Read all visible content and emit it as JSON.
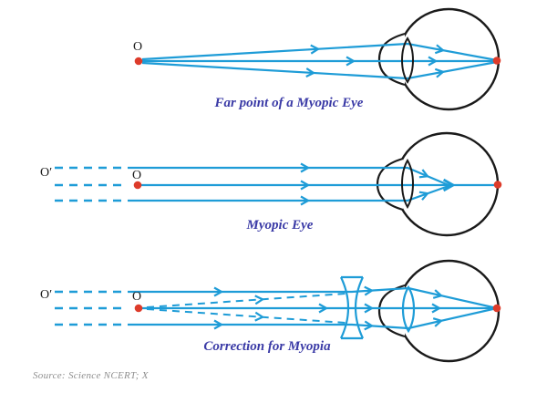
{
  "colors": {
    "ray": "#1e9cd7",
    "outline": "#1a1a1a",
    "dot": "#dd3b2a",
    "caption": "#3a3aa6",
    "source": "#8f8f8f"
  },
  "figure": {
    "diagrams": [
      {
        "caption": "Far point of a Myopic Eye",
        "object_label": "O"
      },
      {
        "caption": "Myopic Eye",
        "object_label": "O",
        "far_point_label": "O′"
      },
      {
        "caption": "Correction for Myopia",
        "object_label": "O",
        "far_point_label": "O′"
      }
    ],
    "source_note": "Source: Science NCERT; X"
  }
}
